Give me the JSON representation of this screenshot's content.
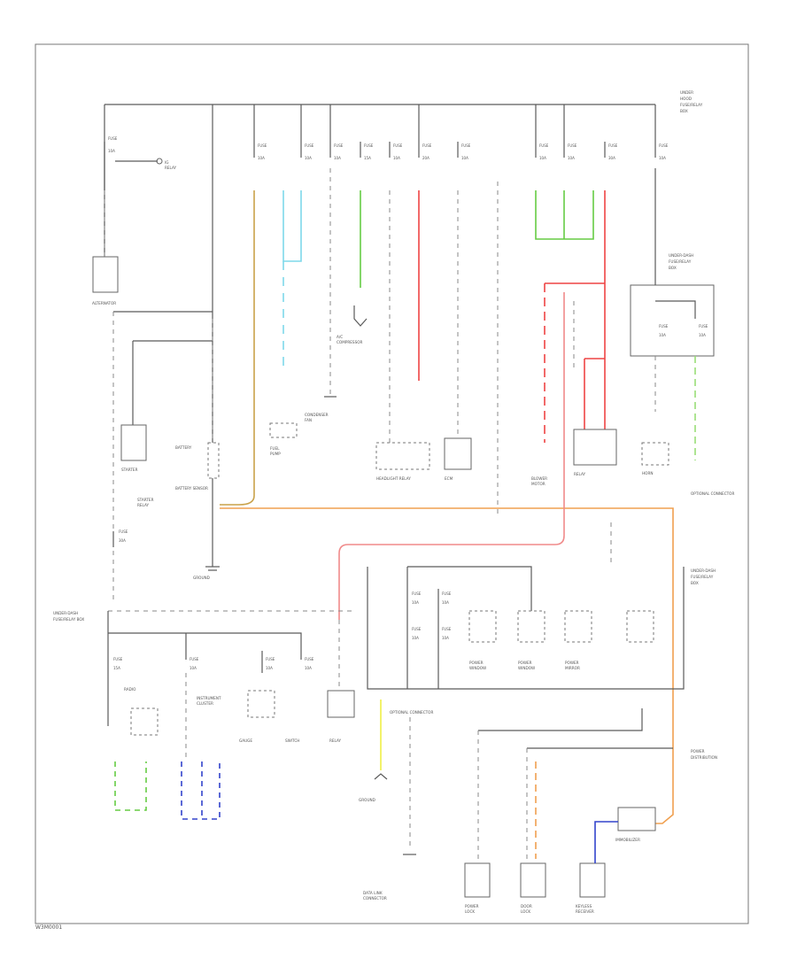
{
  "diagram": {
    "colors": {
      "outline": "#5a5a5a",
      "tan": "#c9a24a",
      "cyan": "#7fd8ea",
      "green": "#66cc44",
      "red": "#ee4444",
      "pink": "#f08a8a",
      "orange": "#f0a050",
      "yellow": "#eeee44",
      "blue": "#3344cc",
      "light_green": "#99dd77"
    },
    "labels": {
      "battery_sensor": "BATTERY SENSOR",
      "alternator": "ALTERNATOR",
      "battery": "BATTERY",
      "optional_connector_1": "OPTIONAL CONNECTOR",
      "optional_connector_2": "OPTIONAL CONNECTOR"
    },
    "page_code": "W3M0001"
  }
}
